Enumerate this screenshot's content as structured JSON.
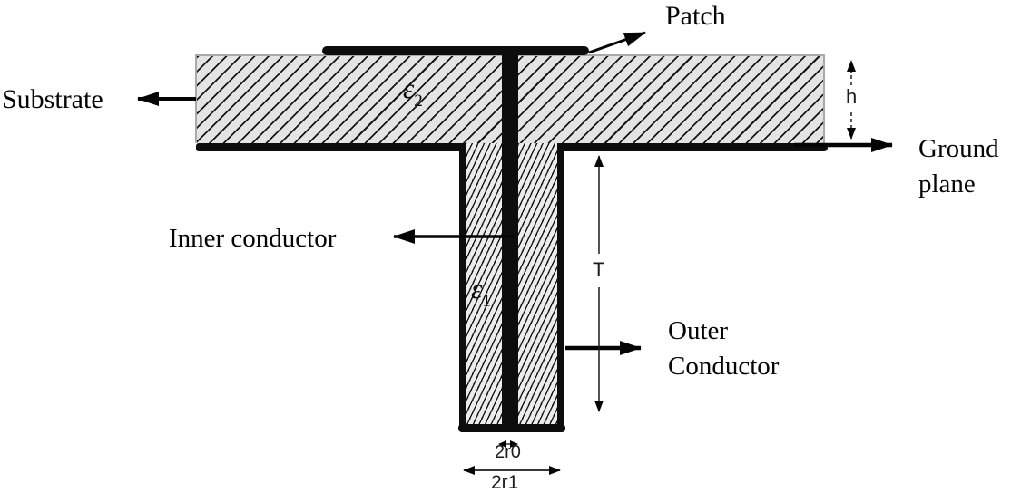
{
  "labels": {
    "patch": "Patch",
    "substrate": "Substrate",
    "ground_plane": "Ground plane",
    "inner_conductor": "Inner conductor",
    "outer_conductor": "Outer Conductor"
  },
  "symbols": {
    "epsilon2": {
      "base": "ε",
      "sub": "2"
    },
    "epsilon1": {
      "base": "ε",
      "sub": "1"
    }
  },
  "dimensions": {
    "h": "h",
    "T": "T",
    "two_r0": "2r0",
    "two_r1": "2r1"
  },
  "colors": {
    "conductor": "#0d0d0d",
    "dielectric_fill": "#e4e4e4",
    "hatch_line": "#161616",
    "background": "#ffffff"
  }
}
